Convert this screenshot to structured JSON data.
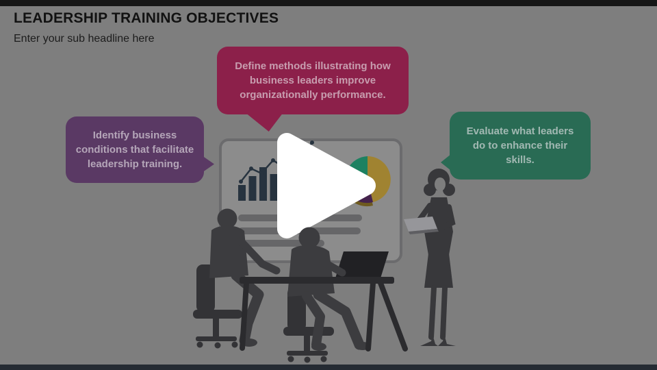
{
  "slide": {
    "title": "LEADERSHIP TRAINING OBJECTIVES",
    "subtitle": "Enter your sub headline here",
    "bubbles": {
      "left": {
        "text": "Identify business conditions that facilitate leadership training.",
        "color": "#5A3964"
      },
      "center": {
        "text": "Define methods illustrating how business leaders improve organizationally performance.",
        "color": "#8C204A"
      },
      "right": {
        "text": "Evaluate what leaders do to enhance their skills.",
        "color": "#296B54"
      }
    }
  },
  "player": {
    "play_icon": "play-icon",
    "play_color": "#FFFFFF"
  },
  "illustration": {
    "board": "presentation-board with bar chart, line chart, pie chart and text placeholder lines",
    "people": "two seated silhouettes at desk with laptop, standing female presenter holding laptop"
  },
  "colors": {
    "background": "#7E7E7E",
    "letterbox_top": "#161616",
    "letterbox_bottom": "#252B33",
    "title_text": "#121212",
    "bubble_left": "#5A3964",
    "bubble_center": "#8C204A",
    "bubble_right": "#296B54",
    "board_fill": "#8C8C8C",
    "board_border": "#6B6B6D",
    "chart_navy": "#27333F",
    "pie_gold": "#A08331",
    "pie_green": "#1D8161",
    "pie_purple": "#45234D",
    "pie_maroon": "#8C204A",
    "silhouette": "#3C3C3F"
  }
}
